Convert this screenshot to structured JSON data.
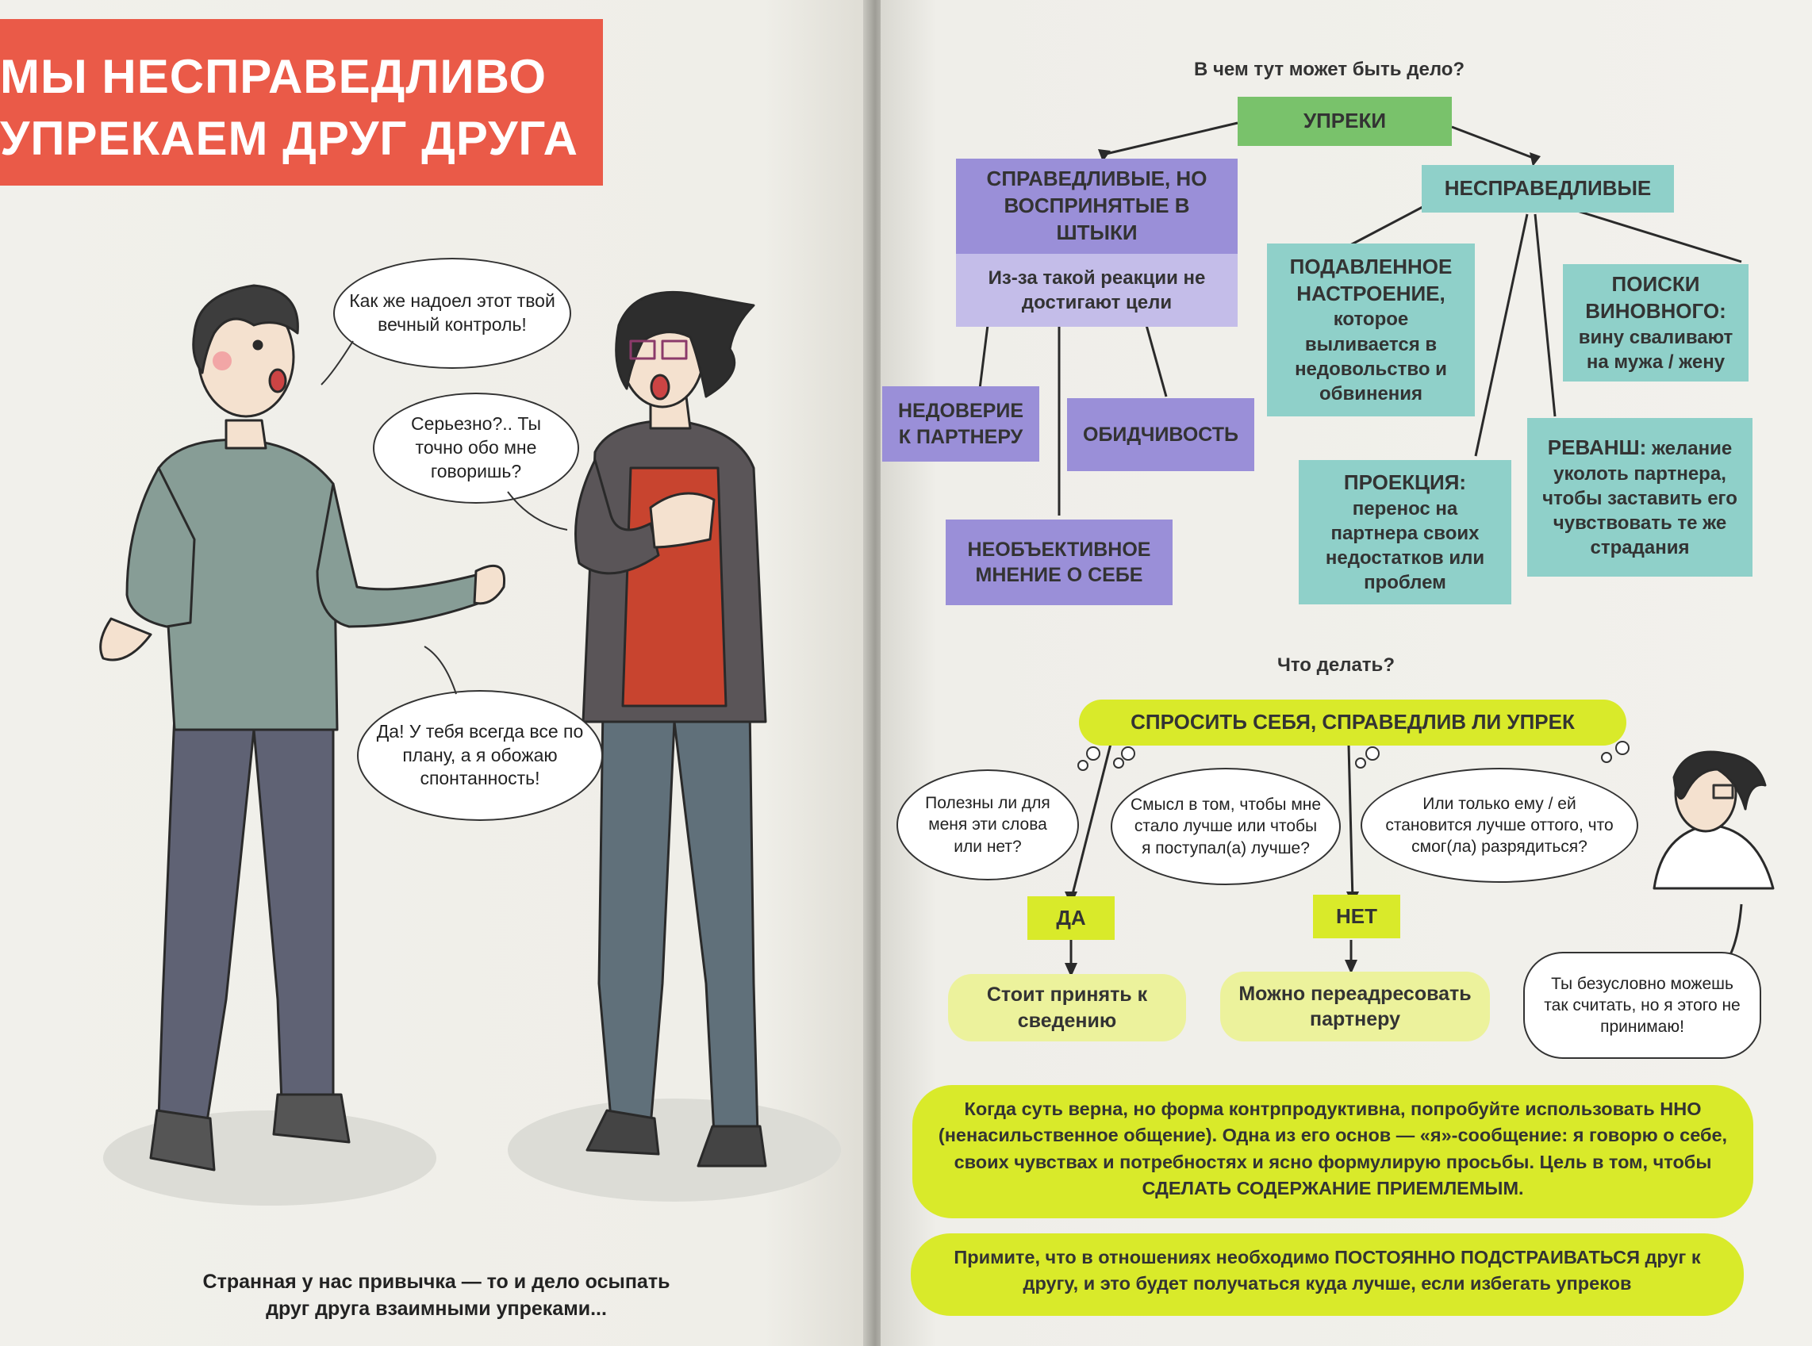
{
  "left_page": {
    "title_line1": "МЫ НЕСПРАВЕДЛИВО",
    "title_line2": "УПРЕКАЕМ ДРУГ ДРУГА",
    "bubbles": [
      "Как же надоел этот твой вечный контроль!",
      "Серьезно?.. Ты точно обо мне говоришь?",
      "Да! У тебя всегда все по плану, а я обожаю спонтанность!"
    ],
    "caption_line1": "Странная у нас привычка — то и дело осыпать",
    "caption_line2": "друг друга взаимными упреками..."
  },
  "right_page": {
    "question1": "В чем тут может быть дело?",
    "root": "УПРЕКИ",
    "fair": {
      "title": "СПРАВЕДЛИВЫЕ, НО ВОСПРИНЯТЫЕ В ШТЫКИ",
      "subtitle": "Из-за такой реакции не достигают цели",
      "children": [
        "НЕДОВЕРИЕ К ПАРТНЕРУ",
        "ОБИДЧИВОСТЬ",
        "НЕОБЪЕКТИВНОЕ МНЕНИЕ О СЕБЕ"
      ]
    },
    "unfair": {
      "title": "НЕСПРАВЕДЛИВЫЕ",
      "depressed_head": "ПОДАВЛЕННОЕ НАСТРОЕНИЕ,",
      "depressed_body": "которое выливается в недовольство и обвинения",
      "culprit_head": "ПОИСКИ ВИНОВНОГО:",
      "culprit_body": "вину сваливают на мужа / жену",
      "projection_head": "ПРОЕКЦИЯ:",
      "projection_body": "перенос на партнера своих недостатков или проблем",
      "revenge_head": "РЕВАНШ:",
      "revenge_body": "желание уколоть партнера, чтобы заставить его чувствовать те же страдания"
    },
    "question2": "Что делать?",
    "ask": "СПРОСИТЬ СЕБЯ, СПРАВЕДЛИВ ЛИ УПРЕК",
    "thoughts": [
      "Полезны ли для меня эти слова или нет?",
      "Смысл в том, чтобы мне стало лучше или чтобы я поступал(а) лучше?",
      "Или только ему / ей становится лучше оттого, что смог(ла) разрядиться?"
    ],
    "yes": "ДА",
    "no": "НЕТ",
    "yes_result": "Стоит принять к сведению",
    "no_result": "Можно переадресовать партнеру",
    "woman_bubble": "Ты безусловно можешь так считать, но я этого не принимаю!",
    "tip1_a": "Когда суть верна, но форма контрпродуктивна, попробуйте использовать ННО (ненасильственное общение). Одна из его основ — «я»-сообщение: я говорю о себе, своих чувствах и потребностях и ясно формулирую просьбы. Цель в том, чтобы ",
    "tip1_b": "СДЕЛАТЬ СОДЕРЖАНИЕ ПРИЕМЛЕМЫМ.",
    "tip2_a": "Примите, что в отношениях необходимо ",
    "tip2_b": "ПОСТОЯННО ПОДСТРАИВАТЬСЯ",
    "tip2_c": " друг к другу, и это будет получаться куда лучше, если избегать упреков"
  },
  "colors": {
    "title_red": "#ea5a48",
    "violet": "#9a8fd8",
    "violet_light": "#c4bde9",
    "teal": "#8fd0c9",
    "green": "#79c26b",
    "lime": "#d9ea2a",
    "pale_lime": "#ecf29c"
  }
}
